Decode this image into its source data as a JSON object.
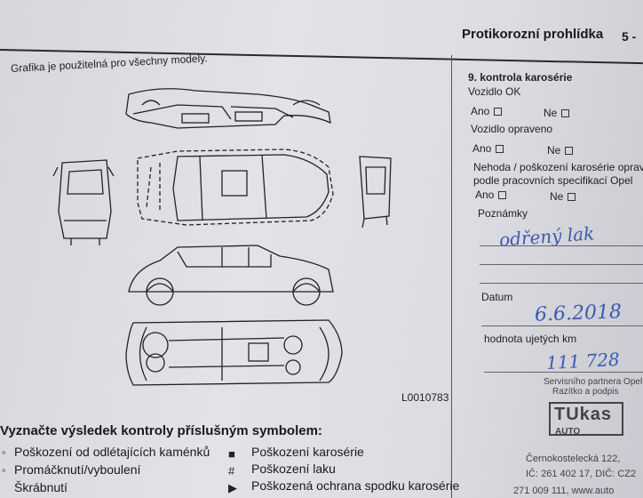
{
  "header": {
    "title": "Protikorozní prohlídka",
    "page": "5 -"
  },
  "applicability": "Grafika je použitelná pro všechny modely.",
  "figure_code": "L0010783",
  "form": {
    "section_title": "9. kontrola karosérie",
    "vehicle_ok": "Vozidlo OK",
    "vehicle_repaired": "Vozidlo opraveno",
    "ano": "Ano",
    "ne": "Ne",
    "damage_line1": "Nehoda / poškození karosérie oprav",
    "damage_line2": "podle pracovních specifikací Opel",
    "notes_label": "Poznámky",
    "notes_value": "odřený lak",
    "date_label": "Datum",
    "date_value": "6.6.2018",
    "km_label": "hodnota ujetých km",
    "km_value": "111 728",
    "partner_line1": "Servisního partnera Opel",
    "partner_line2": "Razítko a podpis",
    "stamp_text": "TUkas",
    "stamp_sub": "AUTO",
    "address_line1": "Černokostelecká 122,",
    "address_line2": "IČ: 261 402 17, DIČ: CZ2",
    "address_line3": "271 009 111, www.auto"
  },
  "legend": {
    "title": "Vyznačte výsledek kontroly příslušným symbolem:",
    "left": [
      "Poškození od odlétajících kaménků",
      "Promáčknutí/vyboulení",
      "Škrábnutí"
    ],
    "right": [
      {
        "symbol": "■",
        "label": "Poškození karosérie"
      },
      {
        "symbol": "#",
        "label": "Poškození laku"
      },
      {
        "symbol": "▶",
        "label": "Poškozená ochrana spodku karosérie"
      }
    ]
  }
}
